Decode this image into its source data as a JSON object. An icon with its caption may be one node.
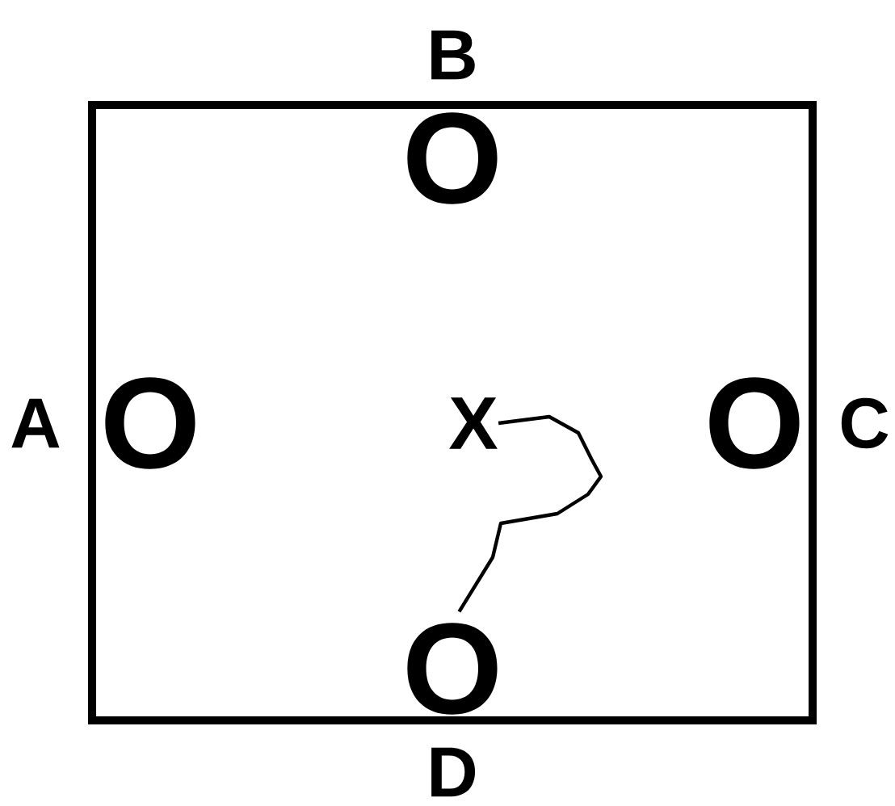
{
  "diagram": {
    "nodes": [
      {
        "text": [],
        "shape": "box"
      },
      {
        "text": [
          "O"
        ],
        "beside": [
          "B"
        ],
        "in": 0
      },
      {
        "text": [
          "O"
        ],
        "beside": [
          "A"
        ],
        "in": 0
      },
      {
        "text": [
          "X"
        ],
        "in": 0
      },
      {
        "text": [
          "O"
        ],
        "beside": [
          "C"
        ],
        "in": 0
      },
      {
        "text": [
          "O"
        ],
        "beside": [
          "D"
        ],
        "in": 0
      }
    ],
    "edges": [
      {
        "from": 3,
        "to": 5,
        "arrow": "none"
      }
    ]
  }
}
